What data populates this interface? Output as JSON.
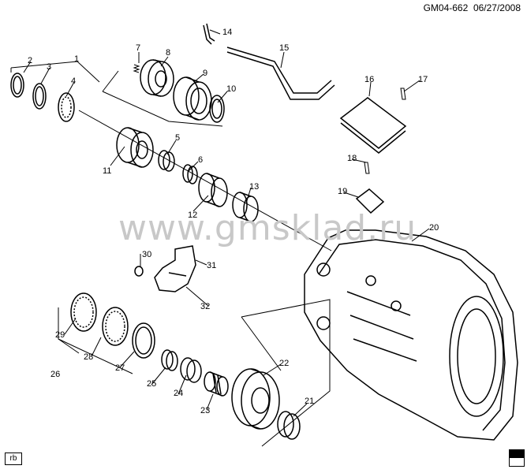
{
  "header": {
    "code": "GM04-662",
    "date": "06/27/2008"
  },
  "watermark": "www.gmsklad.ru",
  "footer": {
    "tag": "rb"
  },
  "callouts": [
    "1",
    "2",
    "3",
    "4",
    "5",
    "6",
    "7",
    "8",
    "9",
    "10",
    "11",
    "12",
    "13",
    "14",
    "15",
    "16",
    "17",
    "18",
    "19",
    "20",
    "21",
    "22",
    "23",
    "24",
    "25",
    "26",
    "27",
    "28",
    "29",
    "30",
    "31",
    "32"
  ]
}
